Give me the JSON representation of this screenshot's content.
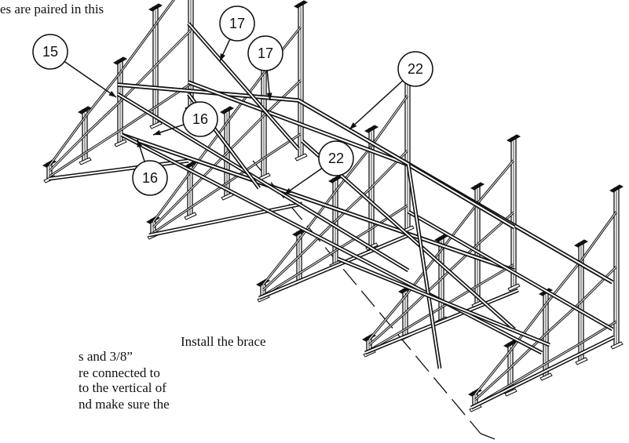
{
  "text_fragments": {
    "top_line": "es are paired in this",
    "bottom_lines": [
      "Install the brace",
      "s and 3/8”",
      "re connected to",
      "to the vertical of",
      "nd make sure the"
    ]
  },
  "callouts": [
    {
      "id": "c17a",
      "label": "17"
    },
    {
      "id": "c17b",
      "label": "17"
    },
    {
      "id": "c15",
      "label": "15"
    },
    {
      "id": "c16a",
      "label": "16"
    },
    {
      "id": "c16b",
      "label": "16"
    },
    {
      "id": "c22a",
      "label": "22"
    },
    {
      "id": "c22b",
      "label": "22"
    }
  ],
  "colors": {
    "ink": "#111111",
    "background": "#ffffff"
  }
}
